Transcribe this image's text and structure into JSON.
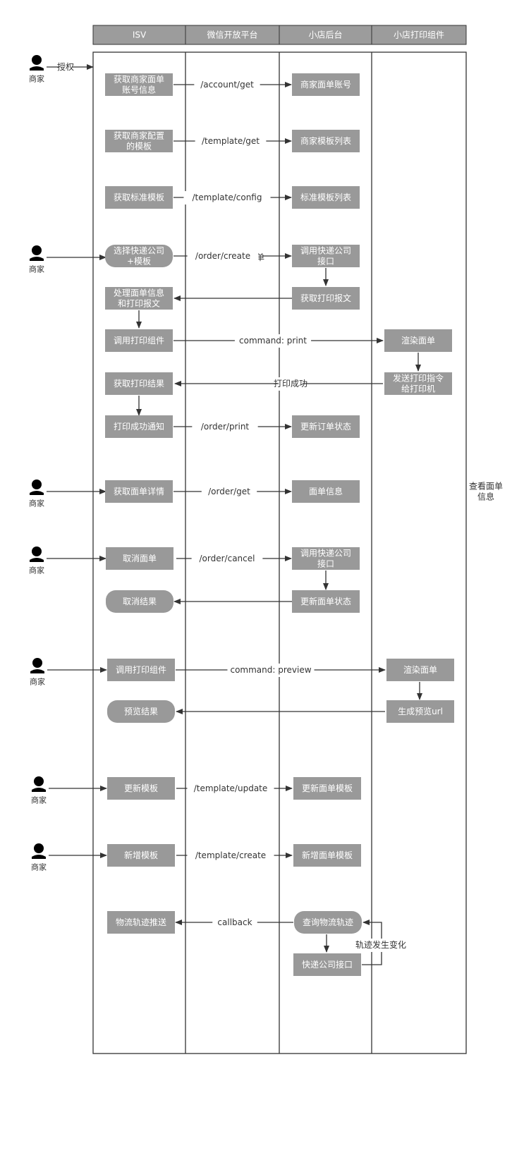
{
  "colors": {
    "box": "#999999",
    "header": "#9c9c9c",
    "line": "#333333",
    "text_dark": "#333333",
    "text_light": "#ffffff"
  },
  "lanes": [
    "ISV",
    "微信开放平台",
    "小店后台",
    "小店打印组件"
  ],
  "actors": {
    "label": "商家",
    "triggers": [
      "授权",
      "打单",
      "查看面单\n信息",
      "取消面单",
      "预览",
      "更新模板",
      "新增模板"
    ]
  },
  "boxes": [
    "获取商家面单\n账号信息",
    "商家面单账号",
    "获取商家配置\n的模板",
    "商家模板列表",
    "获取标准模板",
    "标准模板列表",
    "选择快递公司\n+模板",
    "调用快递公司\n接口",
    "处理面单信息\n和打印报文",
    "获取打印报文",
    "调用打印组件",
    "渲染面单",
    "获取打印结果",
    "发送打印指令\n给打印机",
    "打印成功通知",
    "更新订单状态",
    "获取面单详情",
    "面单信息",
    "取消面单",
    "调用快递公司\n接口",
    "取消结果",
    "更新面单状态",
    "调用打印组件",
    "渲染面单",
    "预览结果",
    "生成预览url",
    "更新模板",
    "更新面单模板",
    "新增模板",
    "新增面单模板",
    "物流轨迹推送",
    "查询物流轨迹",
    "快递公司接口"
  ],
  "edge_labels": [
    "/account/get",
    "/template/get",
    "/template/config",
    "/order/create",
    "command: print",
    "打印成功",
    "/order/print",
    "/order/get",
    "/order/cancel",
    "command: preview",
    "/template/update",
    "/template/create",
    "callback",
    "轨迹发生变化"
  ]
}
